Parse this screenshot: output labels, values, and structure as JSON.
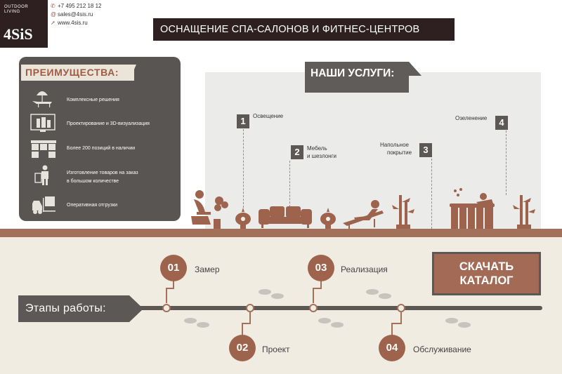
{
  "brand": {
    "line1": "OUTDOOR",
    "line2": "LIVING",
    "logo": "4SiS"
  },
  "contacts": {
    "phone": "+7 495 212 18 12",
    "email": "sales@4sis.ru",
    "site": "www.4sis.ru"
  },
  "title": "ОСНАЩЕНИЕ СПА-САЛОНОВ И ФИТНЕС-ЦЕНТРОВ",
  "advantages": {
    "title": "ПРЕИМУЩЕСТВА:",
    "items": [
      {
        "text": "Комплексные решения",
        "icon": "umbrella-lounger-icon"
      },
      {
        "text": "Проектирование и 3D-визуализация",
        "icon": "monitor-3d-icon"
      },
      {
        "text": "Более 200 позиций в наличии",
        "icon": "warehouse-icon"
      },
      {
        "text": "Изготовление товаров на заказ",
        "text2": "в большом количестве",
        "icon": "worker-icon"
      },
      {
        "text": "Оперативная отгрузки",
        "icon": "forklift-icon"
      }
    ]
  },
  "services": {
    "title": "НАШИ УСЛУГИ:",
    "items": [
      {
        "num": "1",
        "label": "Освещение"
      },
      {
        "num": "2",
        "label": "Мебель",
        "label2": "и шезлонги"
      },
      {
        "num": "3",
        "label": "Напольное",
        "label2": "покрытие"
      },
      {
        "num": "4",
        "label": "Озеленение"
      }
    ]
  },
  "stages": {
    "title": "Этапы работы:",
    "steps": [
      {
        "num": "01",
        "label": "Замер"
      },
      {
        "num": "02",
        "label": "Проект"
      },
      {
        "num": "03",
        "label": "Реализация"
      },
      {
        "num": "04",
        "label": "Обслуживание"
      }
    ]
  },
  "download": {
    "line1": "СКАЧАТЬ",
    "line2": "КАТАЛОГ"
  },
  "colors": {
    "dark": "#2e2020",
    "panel": "#585552",
    "accent": "#a3705a",
    "beige": "#f1ece2"
  }
}
